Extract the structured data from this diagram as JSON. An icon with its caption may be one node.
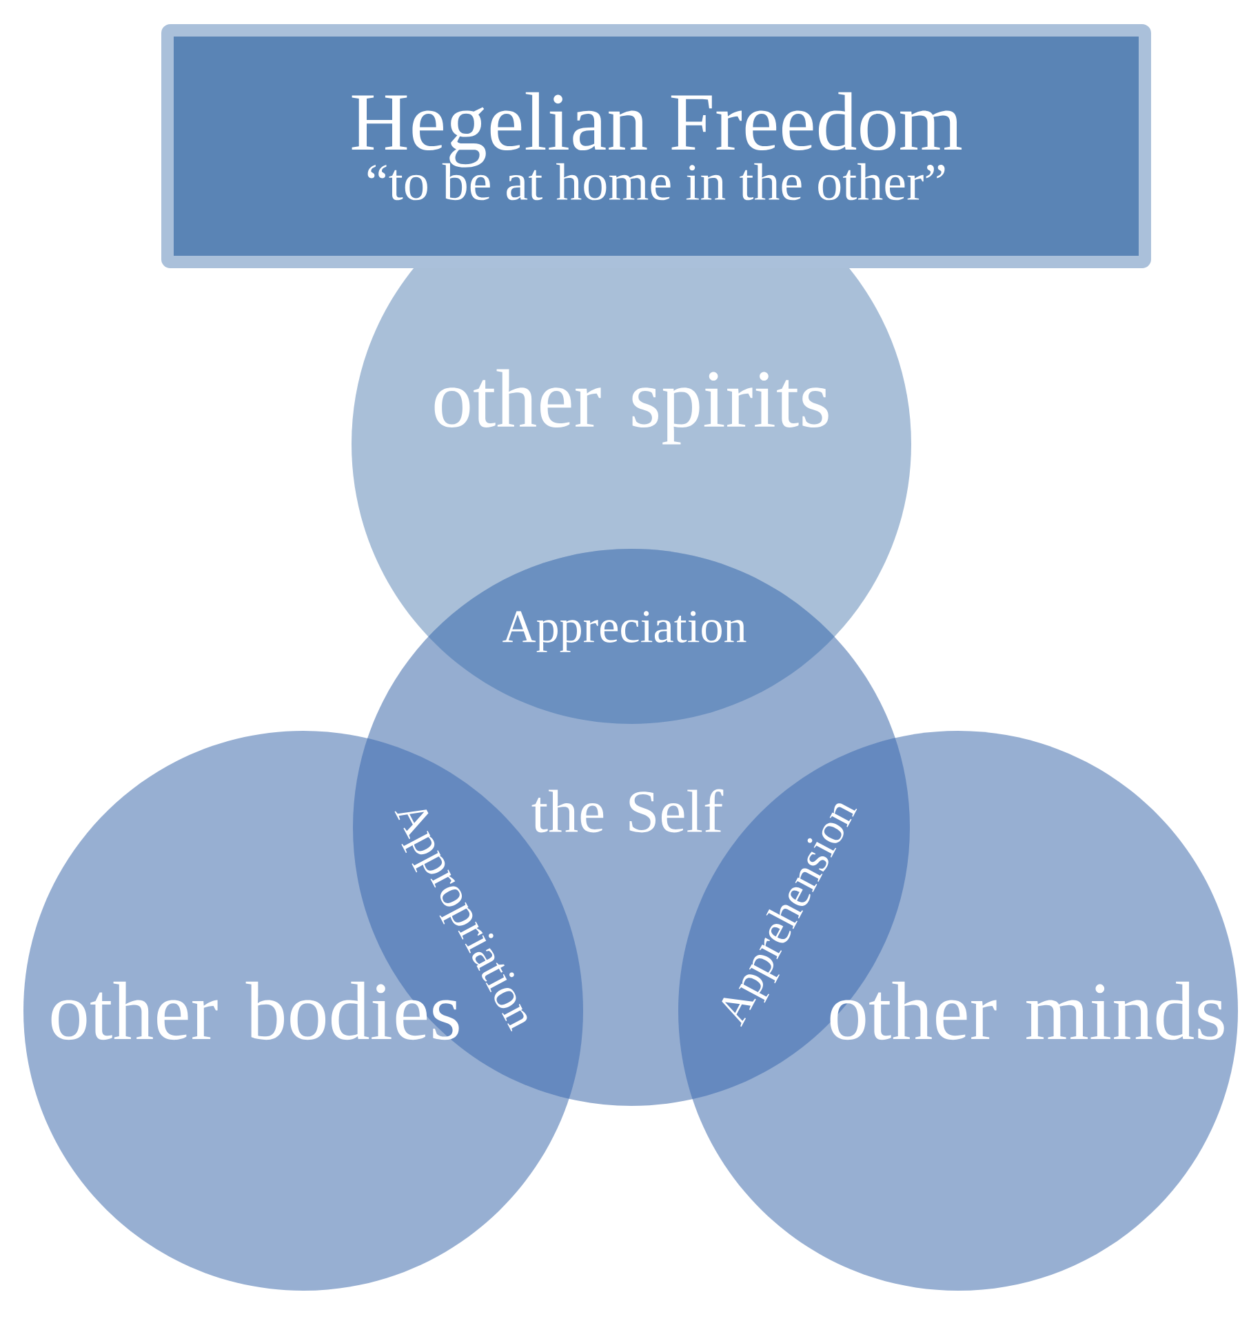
{
  "diagram": {
    "nodes": [
      {
        "text": [
          "Hegelian Freedom",
          "“to be at home in the other”"
        ]
      },
      {
        "text": [
          "other spirits"
        ]
      },
      {
        "text": [
          "the Self"
        ]
      },
      {
        "text": [
          "other bodies"
        ]
      },
      {
        "text": [
          "other minds"
        ]
      }
    ],
    "labels": [
      "Appreciation",
      "Appropriation",
      "Apprehension"
    ]
  }
}
